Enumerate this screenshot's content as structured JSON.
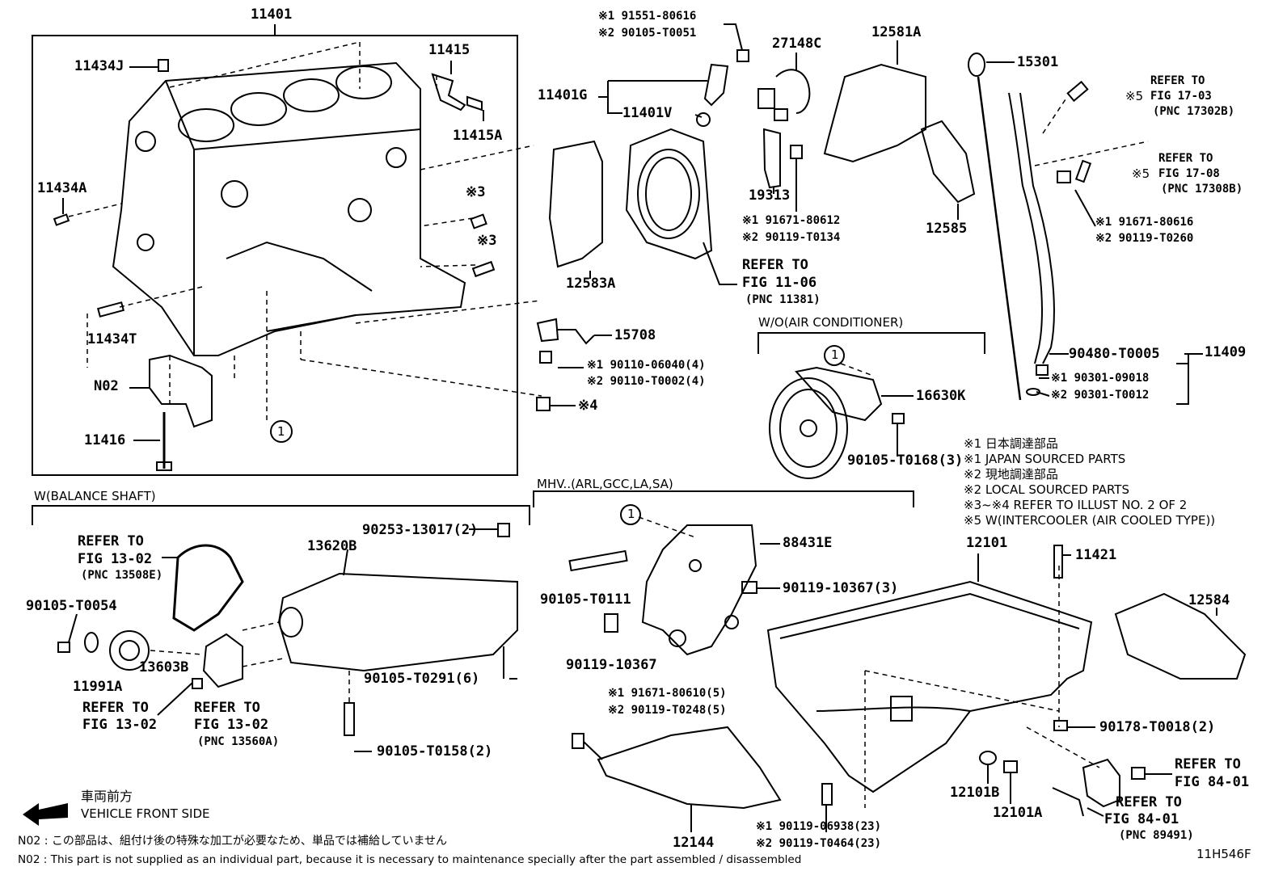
{
  "labels": {
    "block_main": "11401",
    "part_11434J": "11434J",
    "part_11415": "11415",
    "part_11415A": "11415A",
    "part_11434A": "11434A",
    "ref3a": "※3",
    "ref3b": "※3",
    "part_11434T": "11434T",
    "part_N02": "N02",
    "part_11416": "11416",
    "part_11401G": "11401G",
    "part_11401V": "11401V",
    "sensor_a1": "※1 91551-80616",
    "sensor_a2": "※2 90105-T0051",
    "part_27148C": "27148C",
    "part_12581A": "12581A",
    "part_12583A": "12583A",
    "part_19313": "19313",
    "bolt_c1": "※1 91671-80612",
    "bolt_c2": "※2 90119-T0134",
    "part_12585": "12585",
    "refer_11_06_a": "REFER TO",
    "refer_11_06_b": "FIG 11-06",
    "refer_11_06_c": "(PNC 11381)",
    "part_15708": "15708",
    "bolt_d1": "※1 90110-06040(4)",
    "bolt_d2": "※2 90110-T0002(4)",
    "ref4": "※4",
    "part_15301": "15301",
    "refer_17_03_a": "REFER TO",
    "refer_17_03_b": "FIG 17-03",
    "refer_17_03_c": "(PNC 17302B)",
    "ref5a": "※5",
    "refer_17_08_a": "REFER TO",
    "refer_17_08_b": "FIG 17-08",
    "refer_17_08_c": "(PNC 17308B)",
    "ref5b": "※5",
    "bolt_e1": "※1 91671-80616",
    "bolt_e2": "※2 90119-T0260",
    "part_90480": "90480-T0005",
    "part_11409": "11409",
    "bolt_f1": "※1 90301-09018",
    "bolt_f2": "※2 90301-T0012",
    "wo_ac": "W/O(AIR CONDITIONER)",
    "part_16630K": "16630K",
    "part_90105_T0168": "90105-T0168(3)",
    "legend1jp": "※1 日本調達部品",
    "legend1en": "※1 JAPAN SOURCED PARTS",
    "legend2jp": "※2 現地調達部品",
    "legend2en": "※2 LOCAL SOURCED PARTS",
    "legend3": "※3~※4 REFER TO ILLUST NO. 2 OF 2",
    "legend5": "※5 W(INTERCOOLER (AIR COOLED TYPE))",
    "w_balance": "W(BALANCE SHAFT)",
    "refer_13_02_a": "REFER TO",
    "refer_13_02_b": "FIG 13-02",
    "refer_13_02_c": "(PNC 13508E)",
    "part_90253": "90253-13017(2)",
    "part_13620B": "13620B",
    "part_90105_T0054": "90105-T0054",
    "part_13603B": "13603B",
    "part_11991A": "11991A",
    "refer_13_02b_a": "REFER TO",
    "refer_13_02b_b": "FIG 13-02",
    "refer_13_02c_a": "REFER TO",
    "refer_13_02c_b": "FIG 13-02",
    "refer_13_02c_c": "(PNC 13560A)",
    "part_90105_T0291": "90105-T0291(6)",
    "part_90105_T0158": "90105-T0158(2)",
    "mhv": "MHV..(ARL,GCC,LA,SA)",
    "part_88431E": "88431E",
    "part_90105_T0111": "90105-T0111",
    "part_90119_10367_3": "90119-10367(3)",
    "part_90119_10367": "90119-10367",
    "part_12101": "12101",
    "part_11421": "11421",
    "part_12584": "12584",
    "bolt_g1": "※1 91671-80610(5)",
    "bolt_g2": "※2 90119-T0248(5)",
    "part_90178": "90178-T0018(2)",
    "refer_84_01a_a": "REFER TO",
    "refer_84_01a_b": "FIG 84-01",
    "refer_84_01b_a": "REFER TO",
    "refer_84_01b_b": "FIG 84-01",
    "refer_84_01b_c": "(PNC 89491)",
    "part_12101B": "12101B",
    "part_12101A": "12101A",
    "part_12144": "12144",
    "bolt_h1": "※1 90119-06938(23)",
    "bolt_h2": "※2 90119-T0464(23)",
    "front_jp": "車両前方",
    "front_en": "VEHICLE FRONT SIDE",
    "note_jp": "N02 : この部品は、組付け後の特殊な加工が必要なため、単品では補給していません",
    "note_en": "N02 : This part is not supplied as an individual part, because it is necessary to maintenance specially after the part assembled / disassembled",
    "fig_code": "11H546F",
    "circle1": "1"
  }
}
